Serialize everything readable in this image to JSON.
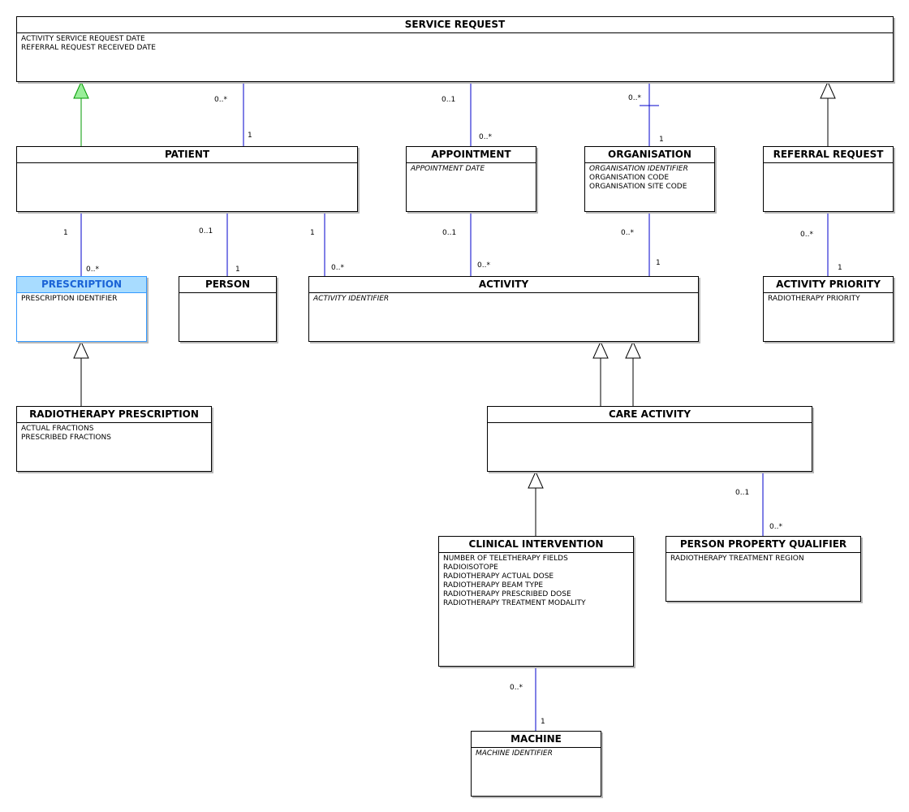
{
  "diagram": {
    "colors": {
      "association": "#0000cc",
      "generalization": "#000000",
      "generalization_highlight": "#009900",
      "triangle_highlight_fill": "#99ee99",
      "selection": "#3399ff",
      "selection_fill": "#a8dcff"
    },
    "entities": [
      {
        "id": "service_request",
        "title": "SERVICE REQUEST",
        "attributes": [
          {
            "text": "ACTIVITY SERVICE REQUEST DATE",
            "key": false
          },
          {
            "text": "REFERRAL REQUEST RECEIVED DATE",
            "key": false
          }
        ]
      },
      {
        "id": "patient",
        "title": "PATIENT",
        "attributes": []
      },
      {
        "id": "appointment",
        "title": "APPOINTMENT",
        "attributes": [
          {
            "text": "APPOINTMENT DATE",
            "key": true
          }
        ]
      },
      {
        "id": "organisation",
        "title": "ORGANISATION",
        "attributes": [
          {
            "text": "ORGANISATION IDENTIFIER",
            "key": true
          },
          {
            "text": "ORGANISATION CODE",
            "key": false
          },
          {
            "text": "ORGANISATION SITE CODE",
            "key": false
          }
        ]
      },
      {
        "id": "referral_request",
        "title": "REFERRAL REQUEST",
        "attributes": []
      },
      {
        "id": "prescription",
        "title": "PRESCRIPTION",
        "selected": true,
        "attributes": [
          {
            "text": "PRESCRIPTION IDENTIFIER",
            "key": false
          }
        ]
      },
      {
        "id": "person",
        "title": "PERSON",
        "attributes": []
      },
      {
        "id": "activity",
        "title": "ACTIVITY",
        "attributes": [
          {
            "text": "ACTIVITY IDENTIFIER",
            "key": true
          }
        ]
      },
      {
        "id": "activity_priority",
        "title": "ACTIVITY PRIORITY",
        "attributes": [
          {
            "text": "RADIOTHERAPY PRIORITY",
            "key": false
          }
        ]
      },
      {
        "id": "radiotherapy_prescription",
        "title": "RADIOTHERAPY PRESCRIPTION",
        "attributes": [
          {
            "text": "ACTUAL FRACTIONS",
            "key": false
          },
          {
            "text": "PRESCRIBED FRACTIONS",
            "key": false
          }
        ]
      },
      {
        "id": "care_activity",
        "title": "CARE ACTIVITY",
        "attributes": []
      },
      {
        "id": "clinical_intervention",
        "title": "CLINICAL INTERVENTION",
        "attributes": [
          {
            "text": "NUMBER OF TELETHERAPY FIELDS",
            "key": false
          },
          {
            "text": "RADIOISOTOPE",
            "key": false
          },
          {
            "text": "RADIOTHERAPY ACTUAL DOSE",
            "key": false
          },
          {
            "text": "RADIOTHERAPY BEAM TYPE",
            "key": false
          },
          {
            "text": "RADIOTHERAPY PRESCRIBED DOSE",
            "key": false
          },
          {
            "text": "RADIOTHERAPY TREATMENT MODALITY",
            "key": false
          }
        ]
      },
      {
        "id": "person_property_qualifier",
        "title": "PERSON PROPERTY QUALIFIER",
        "attributes": [
          {
            "text": "RADIOTHERAPY TREATMENT REGION",
            "key": false
          }
        ]
      },
      {
        "id": "machine",
        "title": "MACHINE",
        "attributes": [
          {
            "text": "MACHINE IDENTIFIER",
            "key": true
          }
        ]
      }
    ],
    "associations": [
      {
        "id": "service_request__patient",
        "from": "service_request",
        "to": "patient",
        "from_mult": "0..*",
        "to_mult": "1"
      },
      {
        "id": "service_request__appointment",
        "from": "service_request",
        "to": "appointment",
        "from_mult": "0..1",
        "to_mult": "0..*"
      },
      {
        "id": "service_request__organisation",
        "from": "service_request",
        "to": "organisation",
        "from_mult": "0..*",
        "to_mult": "1",
        "crossbar": true
      },
      {
        "id": "patient__prescription",
        "from": "patient",
        "to": "prescription",
        "from_mult": "1",
        "to_mult": "0..*"
      },
      {
        "id": "patient__person",
        "from": "patient",
        "to": "person",
        "from_mult": "0..1",
        "to_mult": "1"
      },
      {
        "id": "patient__activity",
        "from": "patient",
        "to": "activity",
        "from_mult": "1",
        "to_mult": "0..*"
      },
      {
        "id": "appointment__activity",
        "from": "appointment",
        "to": "activity",
        "from_mult": "0..1",
        "to_mult": "0..*"
      },
      {
        "id": "organisation__activity",
        "from": "organisation",
        "to": "activity",
        "from_mult": "0..*",
        "to_mult": "1"
      },
      {
        "id": "referral_request__activity_priority",
        "from": "referral_request",
        "to": "activity_priority",
        "from_mult": "0..*",
        "to_mult": "1"
      },
      {
        "id": "care_activity__person_property_qualifier",
        "from": "care_activity",
        "to": "person_property_qualifier",
        "from_mult": "0..1",
        "to_mult": "0..*"
      },
      {
        "id": "clinical_intervention__machine",
        "from": "clinical_intervention",
        "to": "machine",
        "from_mult": "0..*",
        "to_mult": "1"
      }
    ],
    "generalizations": [
      {
        "id": "patient_is_service_request",
        "child": "patient",
        "parent": "service_request",
        "highlight": true
      },
      {
        "id": "referral_request_is_service_request",
        "child": "referral_request",
        "parent": "service_request"
      },
      {
        "id": "radiotherapy_prescription_is_prescription",
        "child": "radiotherapy_prescription",
        "parent": "prescription"
      },
      {
        "id": "care_activity_is_activity_a",
        "child": "care_activity",
        "parent": "activity"
      },
      {
        "id": "care_activity_is_activity_b",
        "child": "care_activity",
        "parent": "activity"
      },
      {
        "id": "clinical_intervention_is_care_activity",
        "child": "clinical_intervention",
        "parent": "care_activity"
      }
    ]
  }
}
